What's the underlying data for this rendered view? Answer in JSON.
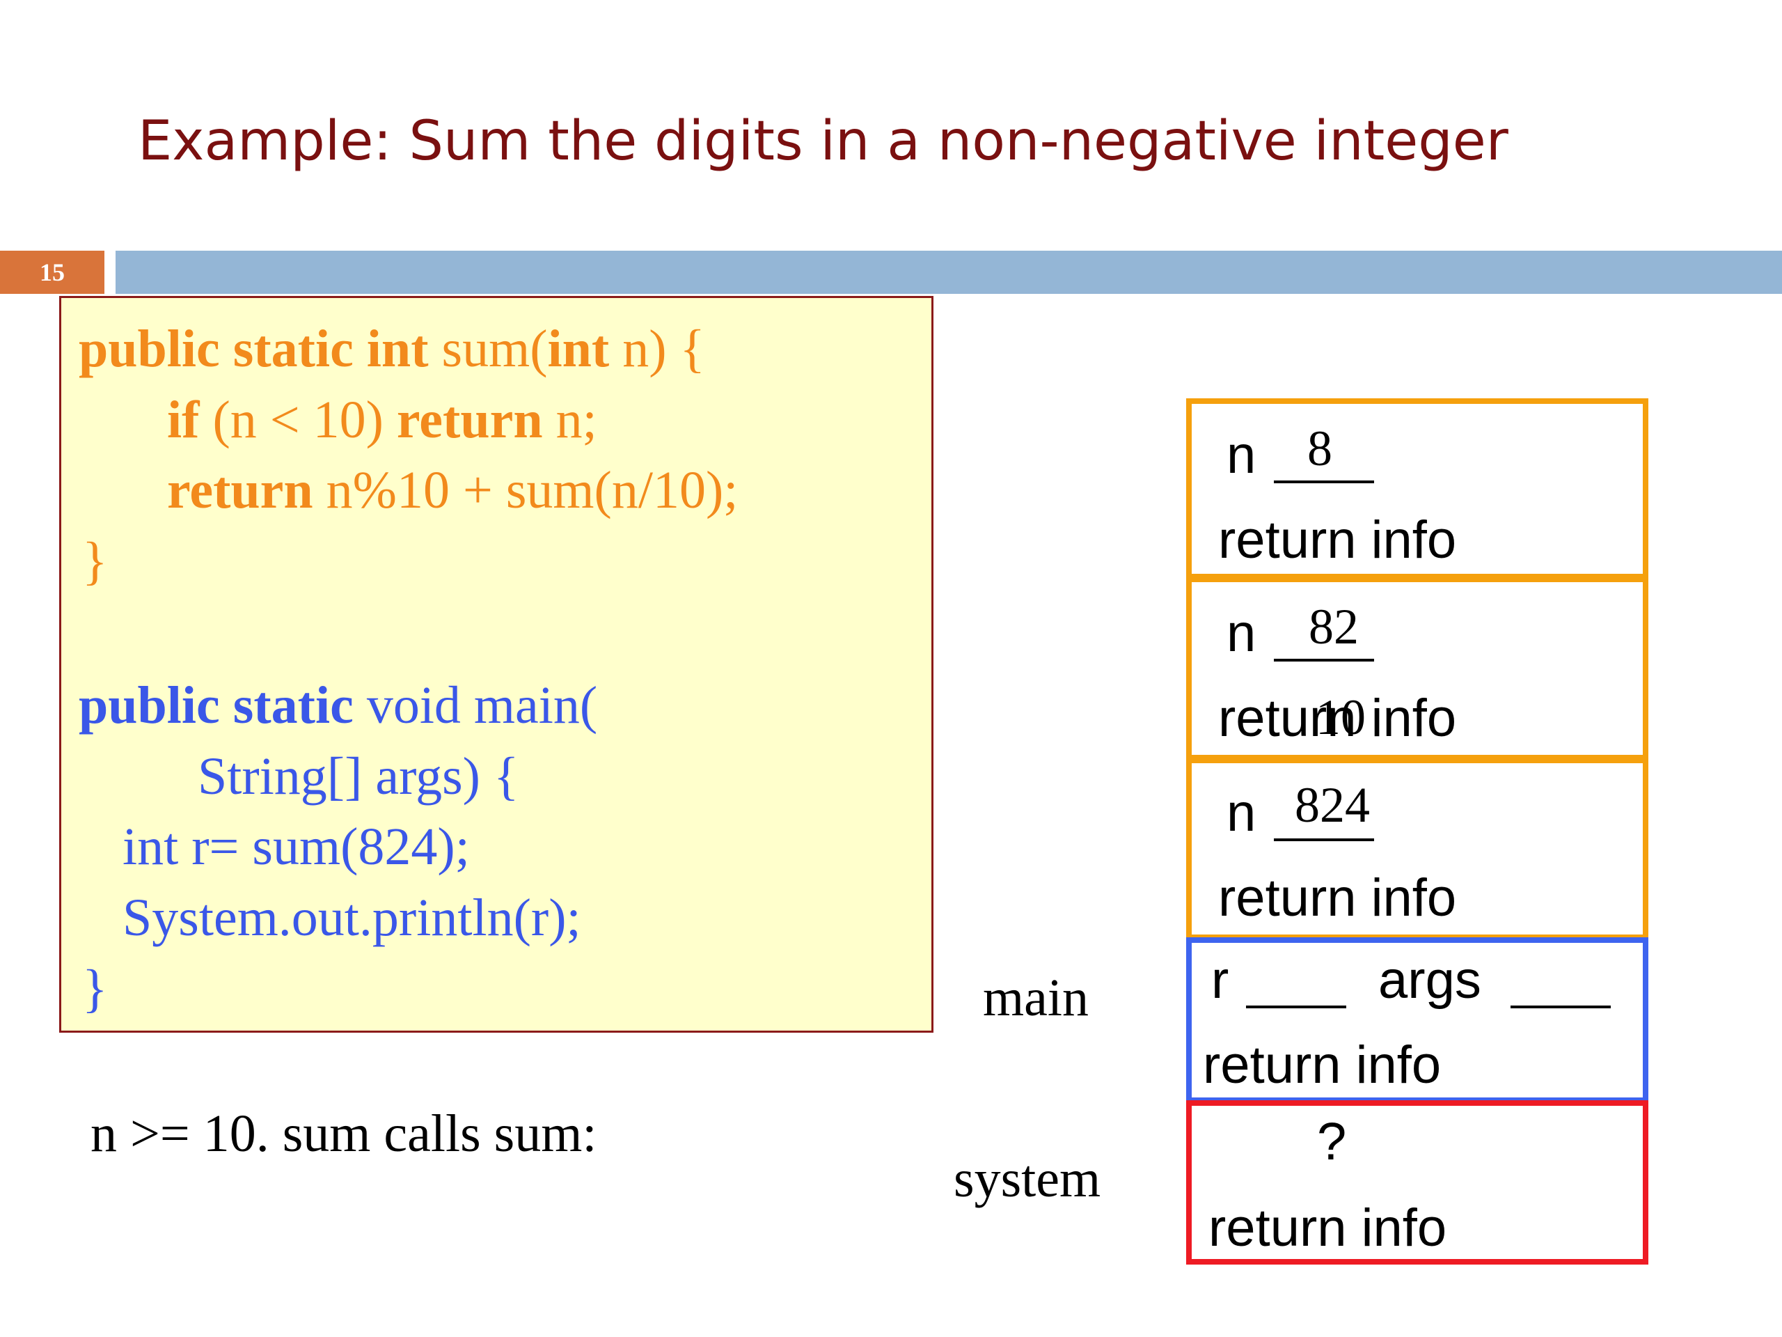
{
  "slide": {
    "title": "Example: Sum the digits in a non-negative integer",
    "number": "15"
  },
  "code": {
    "sum_line1_kw1": "public static int",
    "sum_line1_txt1": " sum(",
    "sum_line1_kw2": "int",
    "sum_line1_txt2": " n) {",
    "sum_line2_kw1": "if",
    "sum_line2_txt1": " (n < 10) ",
    "sum_line2_kw2": "return",
    "sum_line2_txt2": " n;",
    "sum_line3_kw1": "return",
    "sum_line3_txt1": " n%10 + sum(n/10);",
    "sum_line4": "}",
    "main_line1_kw": "public static",
    "main_line1_txt": " void main(",
    "main_line2": "String[] args) {",
    "main_line3": "int r= sum(824);",
    "main_line4": "System.out.println(r);",
    "main_line5": "}"
  },
  "note": "n >= 10. sum calls sum:",
  "stack": {
    "frame1": {
      "var": "n",
      "value": "8",
      "return_label": "return info"
    },
    "frame2": {
      "var": "n",
      "value": "82",
      "overlap_value": "10",
      "return_label": "return info"
    },
    "frame3": {
      "var": "n",
      "value": "824",
      "return_label": "return info"
    },
    "main_frame": {
      "label": "main",
      "var_r": "r",
      "var_args": "args",
      "blank": "____",
      "return_label": "return info"
    },
    "system_frame": {
      "label": "system",
      "value": "?",
      "return_label": "return info"
    }
  },
  "colors": {
    "title": "#7a1010",
    "code_orange": "#f28a1c",
    "code_blue": "#3a57e8",
    "frame_orange": "#f5a00d",
    "frame_blue": "#3e64ef",
    "frame_red": "#ee1b24",
    "code_bg": "#ffffcc"
  }
}
